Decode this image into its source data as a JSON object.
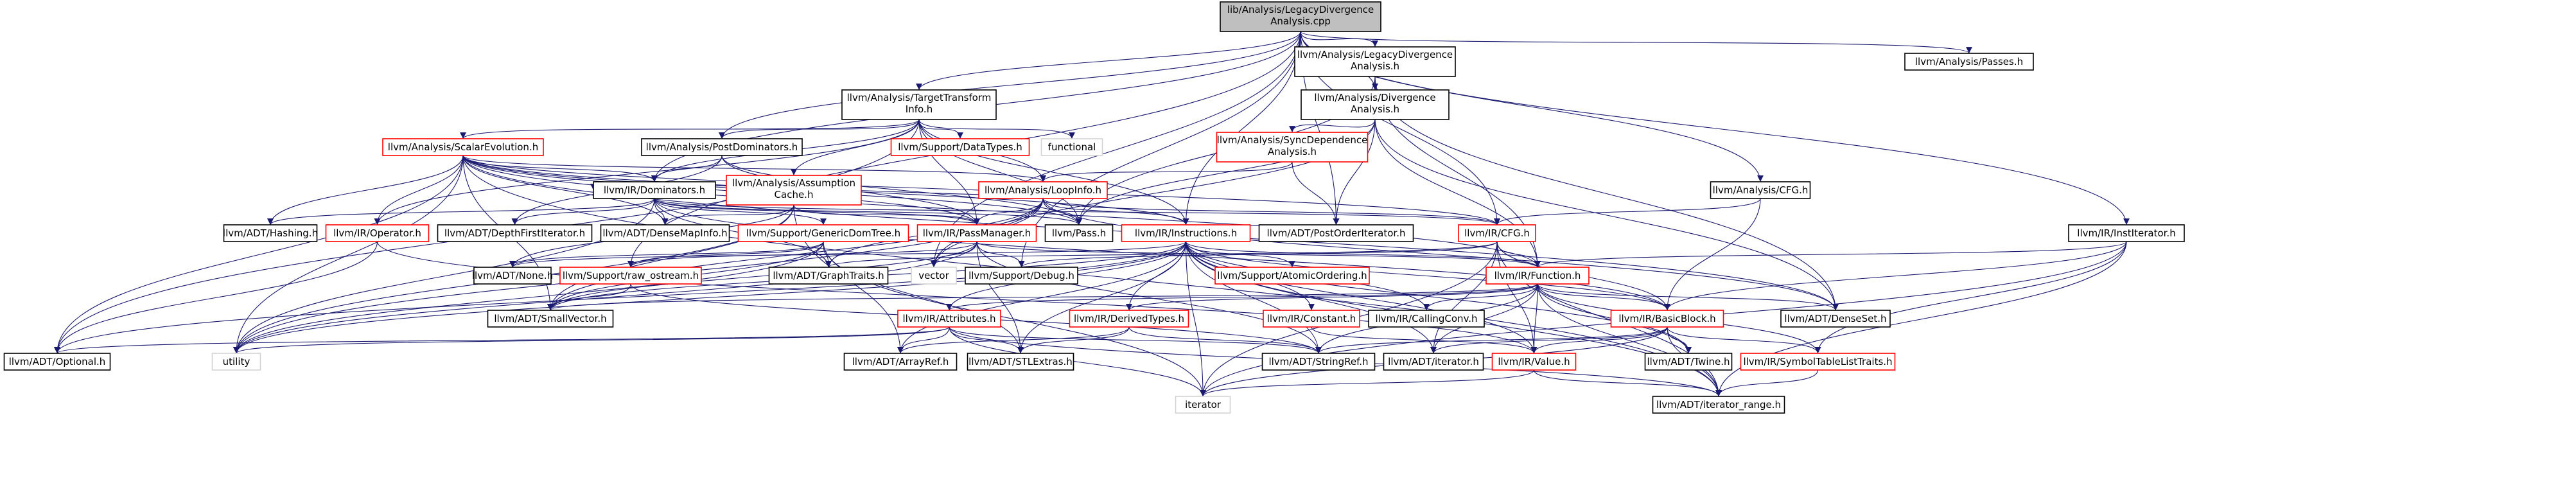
{
  "title": "lib/Analysis/LegacyDivergenceAnalysis.cpp",
  "colors": {
    "edge": "#191970",
    "arrow": "#191970",
    "root_fill": "#bfbfbf",
    "node_border": "#000000",
    "truncated_border": "#ff0000",
    "system_border": "#d3d3d3",
    "text": "#000000"
  },
  "nodes": [
    {
      "id": "root",
      "lines": [
        "lib/Analysis/LegacyDivergence",
        "Analysis.cpp"
      ],
      "kind": "root"
    },
    {
      "id": "legdiv",
      "lines": [
        "llvm/Analysis/LegacyDivergence",
        "Analysis.h"
      ],
      "kind": "normal"
    },
    {
      "id": "passes",
      "lines": [
        "llvm/Analysis/Passes.h"
      ],
      "kind": "normal"
    },
    {
      "id": "tti",
      "lines": [
        "llvm/Analysis/TargetTransform",
        "Info.h"
      ],
      "kind": "normal"
    },
    {
      "id": "div",
      "lines": [
        "llvm/Analysis/Divergence",
        "Analysis.h"
      ],
      "kind": "normal"
    },
    {
      "id": "postdom",
      "lines": [
        "llvm/Analysis/PostDominators.h"
      ],
      "kind": "normal"
    },
    {
      "id": "datatypes",
      "lines": [
        "llvm/Support/DataTypes.h"
      ],
      "kind": "truncated"
    },
    {
      "id": "functional",
      "lines": [
        "functional"
      ],
      "kind": "system"
    },
    {
      "id": "scev",
      "lines": [
        "llvm/Analysis/ScalarEvolution.h"
      ],
      "kind": "truncated"
    },
    {
      "id": "syncdep",
      "lines": [
        "llvm/Analysis/SyncDependence",
        "Analysis.h"
      ],
      "kind": "truncated"
    },
    {
      "id": "dominators",
      "lines": [
        "llvm/IR/Dominators.h"
      ],
      "kind": "normal"
    },
    {
      "id": "assumption",
      "lines": [
        "llvm/Analysis/Assumption",
        "Cache.h"
      ],
      "kind": "truncated"
    },
    {
      "id": "loopinfo",
      "lines": [
        "llvm/Analysis/LoopInfo.h"
      ],
      "kind": "truncated"
    },
    {
      "id": "postorder",
      "lines": [
        "llvm/ADT/PostOrderIterator.h"
      ],
      "kind": "normal"
    },
    {
      "id": "cfgA",
      "lines": [
        "llvm/Analysis/CFG.h"
      ],
      "kind": "normal"
    },
    {
      "id": "institer",
      "lines": [
        "llvm/IR/InstIterator.h"
      ],
      "kind": "normal"
    },
    {
      "id": "operator",
      "lines": [
        "llvm/IR/Operator.h"
      ],
      "kind": "truncated"
    },
    {
      "id": "hashing",
      "lines": [
        "llvm/ADT/Hashing.h"
      ],
      "kind": "normal"
    },
    {
      "id": "dfiter",
      "lines": [
        "llvm/ADT/DepthFirstIterator.h"
      ],
      "kind": "normal"
    },
    {
      "id": "densemapinfo",
      "lines": [
        "llvm/ADT/DenseMapInfo.h"
      ],
      "kind": "normal"
    },
    {
      "id": "gendomtree",
      "lines": [
        "llvm/Support/GenericDomTree.h"
      ],
      "kind": "truncated"
    },
    {
      "id": "passmanager",
      "lines": [
        "llvm/IR/PassManager.h"
      ],
      "kind": "truncated"
    },
    {
      "id": "pass",
      "lines": [
        "llvm/Pass.h"
      ],
      "kind": "normal"
    },
    {
      "id": "instructions",
      "lines": [
        "llvm/IR/Instructions.h"
      ],
      "kind": "truncated"
    },
    {
      "id": "cfgIR",
      "lines": [
        "llvm/IR/CFG.h"
      ],
      "kind": "truncated"
    },
    {
      "id": "none",
      "lines": [
        "llvm/ADT/None.h"
      ],
      "kind": "normal"
    },
    {
      "id": "rawostream",
      "lines": [
        "llvm/Support/raw_ostream.h"
      ],
      "kind": "truncated"
    },
    {
      "id": "graphtraits",
      "lines": [
        "llvm/ADT/GraphTraits.h"
      ],
      "kind": "normal"
    },
    {
      "id": "vector",
      "lines": [
        "vector"
      ],
      "kind": "system"
    },
    {
      "id": "debug",
      "lines": [
        "llvm/Support/Debug.h"
      ],
      "kind": "normal"
    },
    {
      "id": "atomicord",
      "lines": [
        "llvm/Support/AtomicOrdering.h"
      ],
      "kind": "truncated"
    },
    {
      "id": "function",
      "lines": [
        "llvm/IR/Function.h"
      ],
      "kind": "truncated"
    },
    {
      "id": "smallvector",
      "lines": [
        "llvm/ADT/SmallVector.h"
      ],
      "kind": "normal"
    },
    {
      "id": "attributes",
      "lines": [
        "llvm/IR/Attributes.h"
      ],
      "kind": "truncated"
    },
    {
      "id": "derivedtypes",
      "lines": [
        "llvm/IR/DerivedTypes.h"
      ],
      "kind": "truncated"
    },
    {
      "id": "constant",
      "lines": [
        "llvm/IR/Constant.h"
      ],
      "kind": "truncated"
    },
    {
      "id": "callingconv",
      "lines": [
        "llvm/IR/CallingConv.h"
      ],
      "kind": "normal"
    },
    {
      "id": "basicblock",
      "lines": [
        "llvm/IR/BasicBlock.h"
      ],
      "kind": "truncated"
    },
    {
      "id": "densset",
      "lines": [
        "llvm/ADT/DenseSet.h"
      ],
      "kind": "normal"
    },
    {
      "id": "optional",
      "lines": [
        "llvm/ADT/Optional.h"
      ],
      "kind": "normal"
    },
    {
      "id": "utility",
      "lines": [
        "utility"
      ],
      "kind": "system"
    },
    {
      "id": "arrayref",
      "lines": [
        "llvm/ADT/ArrayRef.h"
      ],
      "kind": "normal"
    },
    {
      "id": "stlextras",
      "lines": [
        "llvm/ADT/STLExtras.h"
      ],
      "kind": "normal"
    },
    {
      "id": "stringref",
      "lines": [
        "llvm/ADT/StringRef.h"
      ],
      "kind": "normal"
    },
    {
      "id": "iteratorh",
      "lines": [
        "llvm/ADT/iterator.h"
      ],
      "kind": "normal"
    },
    {
      "id": "value",
      "lines": [
        "llvm/IR/Value.h"
      ],
      "kind": "truncated"
    },
    {
      "id": "twine",
      "lines": [
        "llvm/ADT/Twine.h"
      ],
      "kind": "normal"
    },
    {
      "id": "symtab",
      "lines": [
        "llvm/IR/SymbolTableListTraits.h"
      ],
      "kind": "truncated"
    },
    {
      "id": "iterator",
      "lines": [
        "iterator"
      ],
      "kind": "system"
    },
    {
      "id": "itrange",
      "lines": [
        "llvm/ADT/iterator_range.h"
      ],
      "kind": "normal"
    }
  ],
  "edges": [
    [
      "root",
      "legdiv"
    ],
    [
      "root",
      "passes"
    ],
    [
      "root",
      "tti"
    ],
    [
      "root",
      "div"
    ],
    [
      "root",
      "postdom"
    ],
    [
      "root",
      "dominators"
    ],
    [
      "root",
      "cfgA"
    ],
    [
      "root",
      "institer"
    ],
    [
      "root",
      "postorder"
    ],
    [
      "root",
      "instructions"
    ],
    [
      "root",
      "cfgIR"
    ],
    [
      "root",
      "rawostream"
    ],
    [
      "root",
      "debug"
    ],
    [
      "root",
      "vector"
    ],
    [
      "legdiv",
      "div"
    ],
    [
      "legdiv",
      "function"
    ],
    [
      "legdiv",
      "pass"
    ],
    [
      "legdiv",
      "densset"
    ],
    [
      "tti",
      "datatypes"
    ],
    [
      "tti",
      "functional"
    ],
    [
      "tti",
      "scev"
    ],
    [
      "tti",
      "postdom"
    ],
    [
      "tti",
      "loopinfo"
    ],
    [
      "tti",
      "assumption"
    ],
    [
      "tti",
      "passmanager"
    ],
    [
      "tti",
      "optional"
    ],
    [
      "tti",
      "operator"
    ],
    [
      "tti",
      "pass"
    ],
    [
      "tti",
      "instructions"
    ],
    [
      "tti",
      "dominators"
    ],
    [
      "div",
      "syncdep"
    ],
    [
      "div",
      "postorder"
    ],
    [
      "div",
      "function"
    ],
    [
      "div",
      "densset"
    ],
    [
      "div",
      "vector"
    ],
    [
      "div",
      "pass"
    ],
    [
      "postdom",
      "dominators"
    ],
    [
      "postdom",
      "passmanager"
    ],
    [
      "postdom",
      "pass"
    ],
    [
      "postdom",
      "dfiter"
    ],
    [
      "syncdep",
      "loopinfo"
    ],
    [
      "syncdep",
      "postorder"
    ],
    [
      "scev",
      "operator"
    ],
    [
      "scev",
      "hashing"
    ],
    [
      "scev",
      "densemapinfo"
    ],
    [
      "scev",
      "smallvector"
    ],
    [
      "scev",
      "optional"
    ],
    [
      "scev",
      "utility"
    ],
    [
      "scev",
      "passmanager"
    ],
    [
      "scev",
      "pass"
    ],
    [
      "scev",
      "loopinfo"
    ],
    [
      "scev",
      "instructions"
    ],
    [
      "scev",
      "function"
    ],
    [
      "scev",
      "densset"
    ],
    [
      "scev",
      "itrange"
    ],
    [
      "scev",
      "cfgIR"
    ],
    [
      "scev",
      "dominators"
    ],
    [
      "dominators",
      "hashing"
    ],
    [
      "dominators",
      "dfiter"
    ],
    [
      "dominators",
      "densemapinfo"
    ],
    [
      "dominators",
      "gendomtree"
    ],
    [
      "dominators",
      "passmanager"
    ],
    [
      "dominators",
      "pass"
    ],
    [
      "dominators",
      "cfgIR"
    ],
    [
      "dominators",
      "graphtraits"
    ],
    [
      "dominators",
      "basicblock"
    ],
    [
      "dominators",
      "utility"
    ],
    [
      "assumption",
      "passmanager"
    ],
    [
      "assumption",
      "smallvector"
    ],
    [
      "assumption",
      "arrayref"
    ],
    [
      "assumption",
      "densemapinfo"
    ],
    [
      "assumption",
      "none"
    ],
    [
      "assumption",
      "utility"
    ],
    [
      "loopinfo",
      "passmanager"
    ],
    [
      "loopinfo",
      "pass"
    ],
    [
      "loopinfo",
      "cfgIR"
    ],
    [
      "loopinfo",
      "instructions"
    ],
    [
      "loopinfo",
      "graphtraits"
    ],
    [
      "loopinfo",
      "smallvector"
    ],
    [
      "loopinfo",
      "densset"
    ],
    [
      "loopinfo",
      "dominators"
    ],
    [
      "loopinfo",
      "utility"
    ],
    [
      "loopinfo",
      "vector"
    ],
    [
      "cfgA",
      "cfgIR"
    ],
    [
      "cfgA",
      "basicblock"
    ],
    [
      "institer",
      "function"
    ],
    [
      "institer",
      "basicblock"
    ],
    [
      "institer",
      "iterator"
    ],
    [
      "institer",
      "itrange"
    ],
    [
      "institer",
      "symtab"
    ],
    [
      "operator",
      "optional"
    ],
    [
      "operator",
      "value"
    ],
    [
      "gendomtree",
      "rawostream"
    ],
    [
      "gendomtree",
      "graphtraits"
    ],
    [
      "gendomtree",
      "smallvector"
    ],
    [
      "gendomtree",
      "utility"
    ],
    [
      "gendomtree",
      "none"
    ],
    [
      "gendomtree",
      "stlextras"
    ],
    [
      "gendomtree",
      "iterator"
    ],
    [
      "passmanager",
      "function"
    ],
    [
      "passmanager",
      "smallvector"
    ],
    [
      "passmanager",
      "stringref"
    ],
    [
      "passmanager",
      "vector"
    ],
    [
      "passmanager",
      "utility"
    ],
    [
      "passmanager",
      "debug"
    ],
    [
      "passmanager",
      "stlextras"
    ],
    [
      "passmanager",
      "rawostream"
    ],
    [
      "rawostream",
      "smallvector"
    ],
    [
      "rawostream",
      "stringref"
    ],
    [
      "instructions",
      "atomicordering_placeholder"
    ],
    [
      "instructions",
      "atomicord"
    ],
    [
      "instructions",
      "function"
    ],
    [
      "instructions",
      "smallvector"
    ],
    [
      "instructions",
      "attributes"
    ],
    [
      "instructions",
      "derivedtypes"
    ],
    [
      "instructions",
      "constant"
    ],
    [
      "instructions",
      "callingconv"
    ],
    [
      "instructions",
      "basicblock"
    ],
    [
      "instructions",
      "arrayref"
    ],
    [
      "instructions",
      "stlextras"
    ],
    [
      "instructions",
      "stringref"
    ],
    [
      "instructions",
      "iteratorh"
    ],
    [
      "instructions",
      "value"
    ],
    [
      "instructions",
      "twine"
    ],
    [
      "instructions",
      "iterator"
    ],
    [
      "instructions",
      "itrange"
    ],
    [
      "instructions",
      "none"
    ],
    [
      "instructions",
      "utility"
    ],
    [
      "instructions",
      "optional"
    ],
    [
      "cfgIR",
      "function"
    ],
    [
      "cfgIR",
      "basicblock"
    ],
    [
      "cfgIR",
      "graphtraits"
    ],
    [
      "cfgIR",
      "iteratorh"
    ],
    [
      "cfgIR",
      "itrange"
    ],
    [
      "cfgIR",
      "value"
    ],
    [
      "cfgIR",
      "iterator"
    ],
    [
      "cfgIR",
      "debug"
    ],
    [
      "function",
      "smallvector"
    ],
    [
      "function",
      "attributes"
    ],
    [
      "function",
      "derivedtypes"
    ],
    [
      "function",
      "callingconv"
    ],
    [
      "function",
      "basicblock"
    ],
    [
      "function",
      "densset"
    ],
    [
      "function",
      "stringref"
    ],
    [
      "function",
      "twine"
    ],
    [
      "function",
      "value"
    ],
    [
      "function",
      "symtab"
    ],
    [
      "function",
      "itrange"
    ],
    [
      "function",
      "iteratorh"
    ],
    [
      "attributes",
      "optional"
    ],
    [
      "attributes",
      "arrayref"
    ],
    [
      "attributes",
      "stlextras"
    ],
    [
      "attributes",
      "stringref"
    ],
    [
      "attributes",
      "utility"
    ],
    [
      "attributes",
      "itrange"
    ],
    [
      "attributes",
      "iterator"
    ],
    [
      "derivedtypes",
      "arrayref"
    ],
    [
      "derivedtypes",
      "stlextras"
    ],
    [
      "derivedtypes",
      "stringref"
    ],
    [
      "constant",
      "value"
    ],
    [
      "basicblock",
      "value"
    ],
    [
      "basicblock",
      "twine"
    ],
    [
      "basicblock",
      "symtab"
    ],
    [
      "basicblock",
      "itrange"
    ],
    [
      "basicblock",
      "stringref"
    ],
    [
      "basicblock",
      "iteratorh"
    ],
    [
      "basicblock",
      "iterator"
    ],
    [
      "value",
      "iterator"
    ],
    [
      "value",
      "itrange"
    ],
    [
      "symtab",
      "itrange"
    ]
  ]
}
